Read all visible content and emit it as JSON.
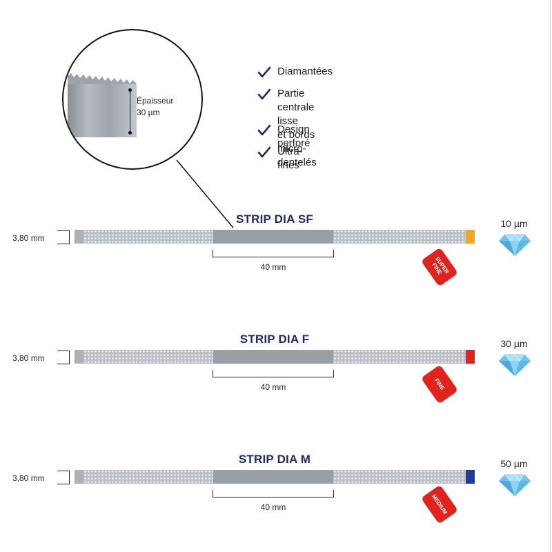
{
  "magnifier": {
    "thickness_label": "Épaisseur",
    "thickness_value": "30 µm"
  },
  "features": [
    {
      "text": "Diamantées",
      "icon": "check-icon"
    },
    {
      "text": "Partie centrale lisse\net bords micro-dentelés",
      "icon": "check-icon"
    },
    {
      "text": "Design perforé",
      "icon": "check-icon"
    },
    {
      "text": "Ultra-fines",
      "icon": "check-icon"
    }
  ],
  "strips": [
    {
      "title": "STRIP DIA SF",
      "width_label": "3,80 mm",
      "center_length": "40 mm",
      "grade": "SUPER FINE",
      "grade_lines": [
        "SUPER",
        "FINE"
      ],
      "grit": "10 µm",
      "tip_color": "#f2a81d"
    },
    {
      "title": "STRIP DIA F",
      "width_label": "3,80 mm",
      "center_length": "40 mm",
      "grade": "FINE",
      "grade_lines": [
        "FINE"
      ],
      "grit": "30 µm",
      "tip_color": "#e0231c"
    },
    {
      "title": "STRIP DIA M",
      "width_label": "3,80 mm",
      "center_length": "40 mm",
      "grade": "MEDIUM",
      "grade_lines": [
        "MEDIUM"
      ],
      "grit": "50 µm",
      "tip_color": "#1f3b9a"
    }
  ],
  "colors": {
    "title": "#1d2a6e",
    "check": "#1d2a6e",
    "grade_tag": "#e0231c",
    "diamond": "#6ec6f0"
  }
}
